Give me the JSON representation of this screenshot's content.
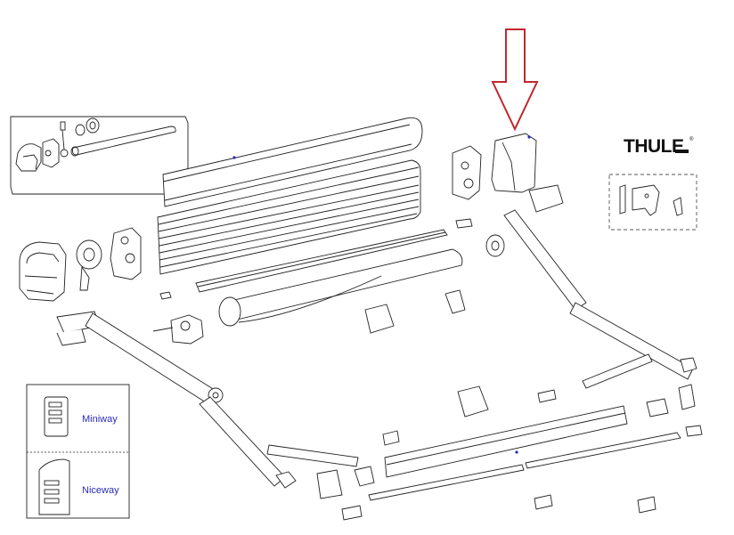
{
  "brand": {
    "name": "THULE",
    "mark": "®"
  },
  "legend": {
    "items": [
      {
        "label": "Miniway"
      },
      {
        "label": "Niceway"
      }
    ]
  },
  "colors": {
    "line": "#222222",
    "highlight_arrow": "#c0282d",
    "label_text": "#2b2bb8",
    "dash_box": "#555555"
  },
  "icons": {
    "highlight": "down-arrow-icon"
  }
}
